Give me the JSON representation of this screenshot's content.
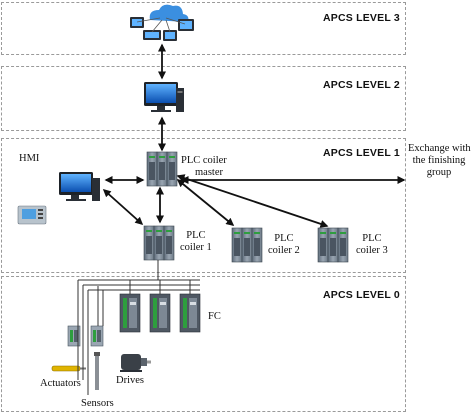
{
  "levels": {
    "level3": "APCS LEVEL 3",
    "level2": "APCS LEVEL 2",
    "level1": "APCS LEVEL 1",
    "level0": "APCS LEVEL 0"
  },
  "nodes": {
    "hmi": "HMI",
    "plc_master_line1": "PLC coiler",
    "plc_master_line2": "master",
    "plc1_line1": "PLC",
    "plc1_line2": "coiler 1",
    "plc2_line1": "PLC",
    "plc2_line2": "coiler 2",
    "plc3_line1": "PLC",
    "plc3_line2": "coiler 3",
    "fc": "FC",
    "actuators": "Actuators",
    "drives": "Drives",
    "sensors": "Sensors",
    "exchange_line1": "Exchange with",
    "exchange_line2": "the finishing",
    "exchange_line3": "group"
  },
  "colors": {
    "border": "#9a9a9a",
    "arrow": "#111111",
    "plc_body": "#7f8c9a",
    "monitor_screen": "#1e73d8",
    "cloud": "#3b8fe0",
    "fc_stripe": "#2e9e3e"
  }
}
